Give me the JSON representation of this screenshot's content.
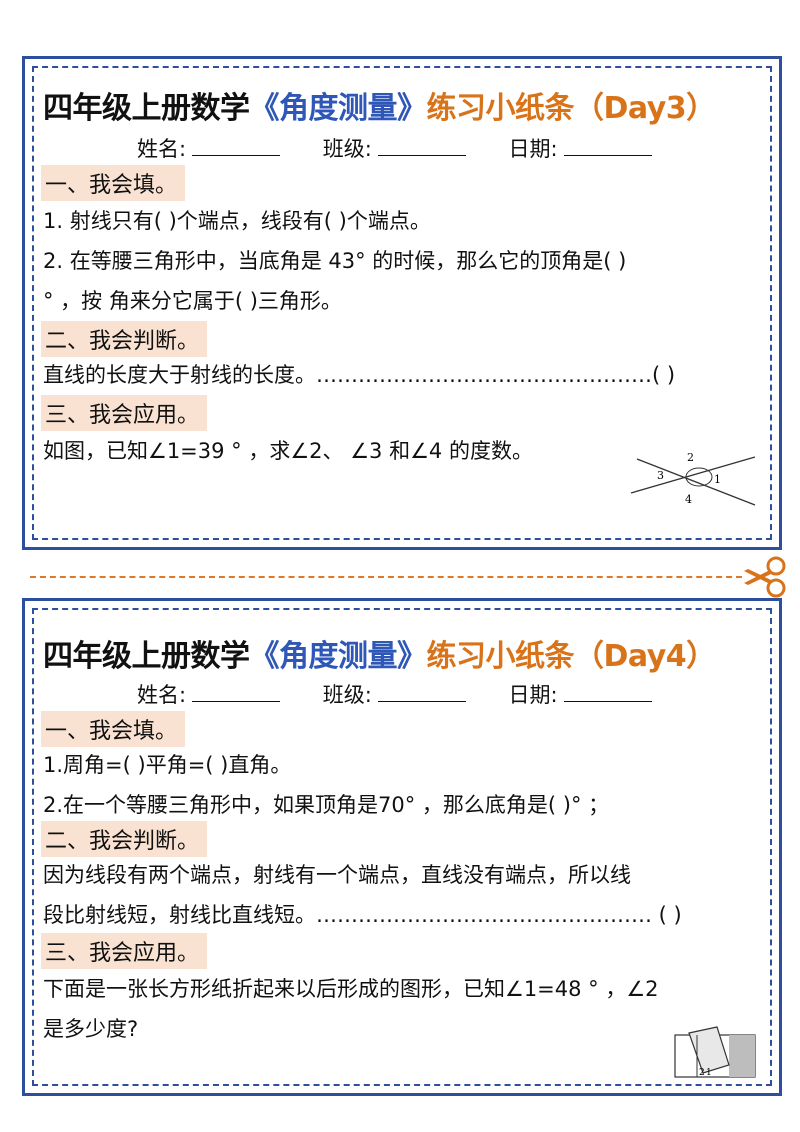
{
  "day3": {
    "title_black": "四年级上册数学",
    "title_blue": "《角度测量》",
    "title_orange": "练习小纸条（Day3）",
    "name_label": "姓名:",
    "class_label": "班级:",
    "date_label": "日期:",
    "section1": "一、我会填。",
    "q1": "1. 射线只有(     )个端点，线段有(     )个端点。",
    "q2a": "2. 在等腰三角形中，当底角是 43°  的时候，那么它的顶角是(      )",
    "q2b": "°  ，按  角来分它属于(  )三角形。",
    "section2": "二、我会判断。",
    "judge": "直线的长度大于射线的长度。…………………………………………(     )",
    "section3": "三、我会应用。",
    "apply": "如图，已知∠1=39 °  ，求∠2、  ∠3  和∠4  的度数。",
    "fig_labels": {
      "a1": "1",
      "a2": "2",
      "a3": "3",
      "a4": "4"
    }
  },
  "day4": {
    "title_black": "四年级上册数学",
    "title_blue": "《角度测量》",
    "title_orange": "练习小纸条（Day4）",
    "name_label": "姓名:",
    "class_label": "班级:",
    "date_label": "日期:",
    "section1": "一、我会填。",
    "q1": "1.周角=(   )平角=(   )直角。",
    "q2": "2.在一个等腰三角形中，如果顶角是70°  ，那么底角是(          )°  ；",
    "section2": "二、我会判断。",
    "judge_a": "因为线段有两个端点，射线有一个端点，直线没有端点，所以线",
    "judge_b": "段比射线短，射线比直线短。…………………………………………  (     )",
    "section3": "三、我会应用。",
    "apply_a": "下面是一张长方形纸折起来以后形成的图形，已知∠1=48 °  ，∠2",
    "apply_b": "是多少度?",
    "fig_labels": {
      "a1": "1",
      "a2": "2"
    }
  },
  "colors": {
    "border": "#2e4f9e",
    "title_blue": "#2e57b8",
    "title_orange": "#d9731a",
    "section_bg": "#f9e2d2",
    "cut_line": "#e07828"
  }
}
